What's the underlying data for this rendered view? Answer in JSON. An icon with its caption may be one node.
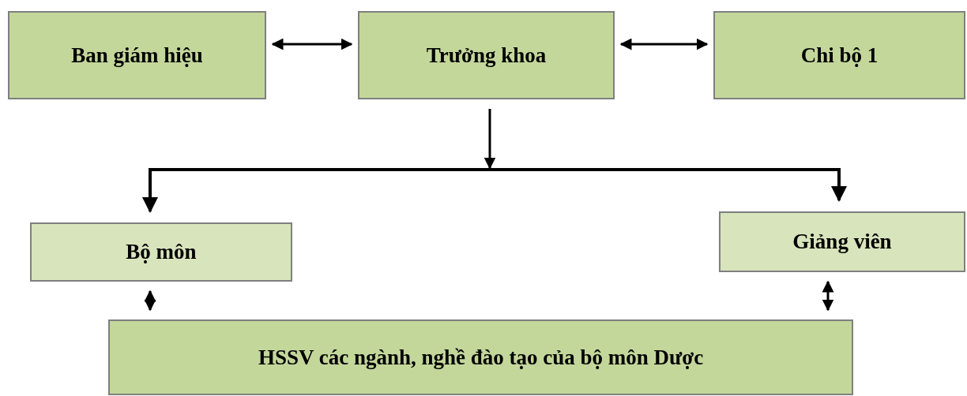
{
  "diagram": {
    "nodes": [
      {
        "text": [
          "Ban giám hiệu"
        ]
      },
      {
        "text": [
          "Trưởng khoa"
        ]
      },
      {
        "text": [
          "Chi bộ 1"
        ]
      },
      {
        "text": [
          "Bộ môn"
        ]
      },
      {
        "text": [
          "Giảng viên"
        ]
      },
      {
        "text": [
          "HSSV các ngành, nghề đào tạo của bộ môn Dược"
        ]
      }
    ],
    "edges": [
      {
        "from": 1,
        "to": 0,
        "arrow": "both"
      },
      {
        "from": 1,
        "to": 2,
        "arrow": "both"
      },
      {
        "from": 1,
        "to": 3,
        "arrow": "to"
      },
      {
        "from": 1,
        "to": 4,
        "arrow": "to"
      },
      {
        "from": 3,
        "to": 5,
        "arrow": "both"
      },
      {
        "from": 4,
        "to": 5,
        "arrow": "both"
      }
    ]
  }
}
